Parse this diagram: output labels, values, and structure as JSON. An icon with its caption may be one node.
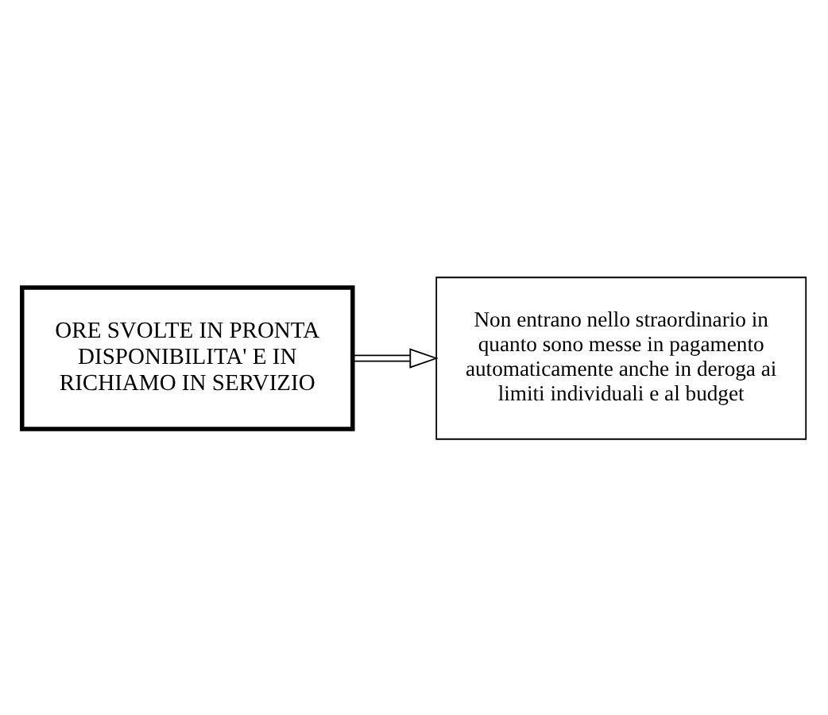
{
  "diagram": {
    "nodes": [
      {
        "text": [
          "ORE SVOLTE IN PRONTA DISPONIBILITA' E IN RICHIAMO IN SERVIZIO"
        ]
      },
      {
        "text": [
          "Non entrano nello straordinario in quanto sono messe in pagamento automaticamente anche in deroga ai limiti individuali e al budget"
        ]
      }
    ],
    "edges": [
      {
        "from": 0,
        "to": 1,
        "arrow": "to"
      }
    ]
  }
}
